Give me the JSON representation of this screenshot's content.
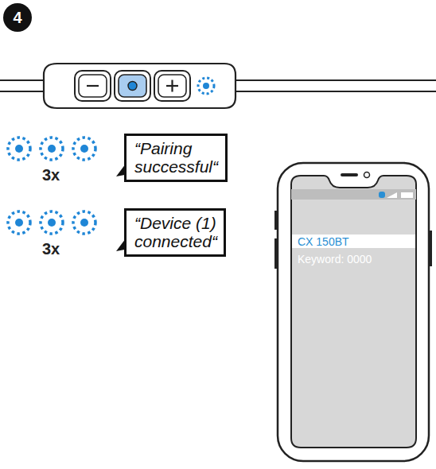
{
  "diagram": {
    "nodes": [
      {
        "text": [
          "“Pairing successful“"
        ]
      },
      {
        "text": [
          "“Device (1) connected“"
        ]
      }
    ],
    "labels": [
      "4",
      "3x",
      "3x",
      "CX 150BT",
      "Keyword: 0000"
    ]
  }
}
